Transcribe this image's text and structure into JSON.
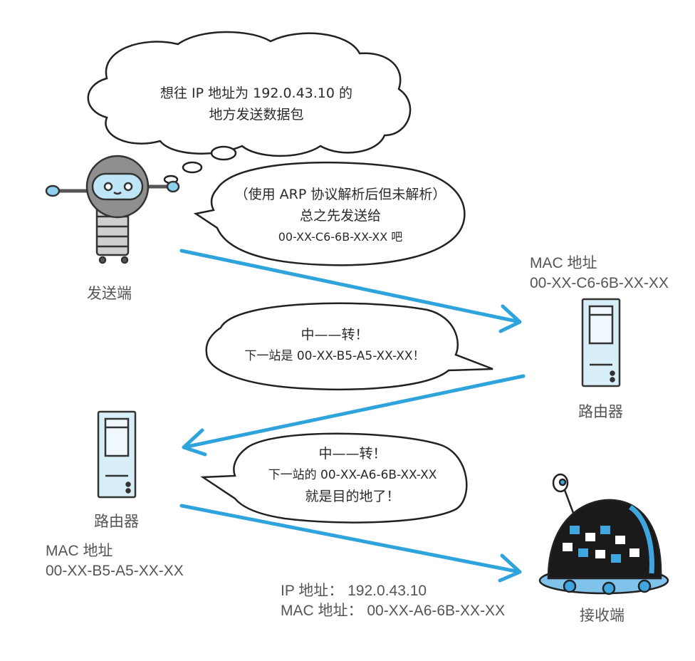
{
  "sender": {
    "label": "发送端",
    "thought": [
      "想往 IP 地址为 192.0.43.10 的",
      "地方发送数据包"
    ],
    "speech": [
      "（使用 ARP 协议解析后但未解析）",
      "总之先发送给",
      "00-XX-C6-6B-XX-XX 吧"
    ]
  },
  "router1": {
    "label": "路由器",
    "mac_title": "MAC 地址",
    "mac": "00-XX-C6-6B-XX-XX",
    "speech": [
      "中——转！",
      "下一站是 00-XX-B5-A5-XX-XX！"
    ]
  },
  "router2": {
    "label": "路由器",
    "mac_title": "MAC 地址",
    "mac": "00-XX-B5-A5-XX-XX",
    "speech": [
      "中——转！",
      "下一站的 00-XX-A6-6B-XX-XX",
      "就是目的地了！"
    ]
  },
  "receiver": {
    "label": "接收端",
    "ip_line": "IP 地址：  192.0.43.10",
    "mac_line": "MAC 地址：  00-XX-A6-6B-XX-XX"
  },
  "colors": {
    "arrow": "#2ea3dc",
    "router_body": "#d8eef8",
    "receiver_body": "#1a1a1a",
    "receiver_accent": "#3fa6e0"
  }
}
